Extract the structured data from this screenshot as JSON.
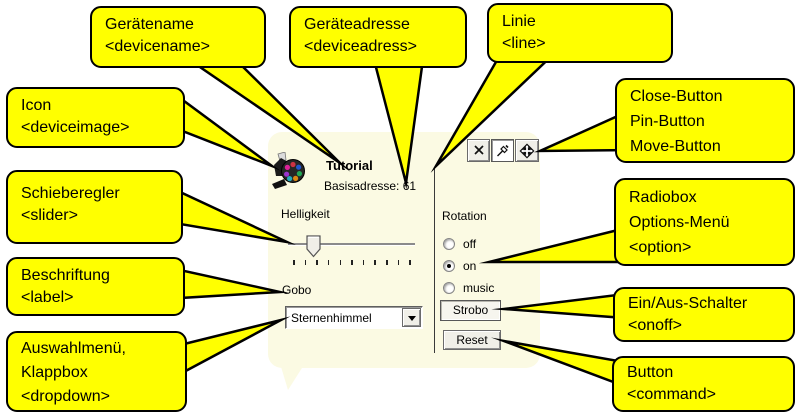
{
  "callouts": [
    {
      "id": "devicename",
      "lines": [
        "Gerätename",
        "<devicename>"
      ]
    },
    {
      "id": "deviceaddress",
      "lines": [
        "Geräteadresse",
        "<deviceadress>"
      ]
    },
    {
      "id": "line",
      "lines": [
        "Linie",
        "<line>"
      ]
    },
    {
      "id": "window_buttons",
      "lines": [
        "Close-Button",
        "Pin-Button",
        "Move-Button"
      ]
    },
    {
      "id": "deviceimage",
      "lines": [
        "Icon",
        "<deviceimage>"
      ]
    },
    {
      "id": "slider",
      "lines": [
        "Schieberegler",
        "<slider>"
      ]
    },
    {
      "id": "label",
      "lines": [
        "Beschriftung",
        "<label>"
      ]
    },
    {
      "id": "dropdown",
      "lines": [
        "Auswahlmenü,",
        "Klappbox",
        "<dropdown>"
      ]
    },
    {
      "id": "option",
      "lines": [
        "Radiobox",
        "Options-Menü",
        "<option>"
      ]
    },
    {
      "id": "onoff",
      "lines": [
        "Ein/Aus-Schalter",
        "<onoff>"
      ]
    },
    {
      "id": "command",
      "lines": [
        "Button",
        "<command>"
      ]
    }
  ],
  "panel": {
    "device_name": "Tutorial",
    "base_address": "Basisadresse: 61",
    "slider_label": "Helligkeit",
    "slider_tick_count": 11,
    "dropdown_label": "Gobo",
    "dropdown_value": "Sternenhimmel",
    "rotation": {
      "label": "Rotation",
      "options": [
        {
          "label": "off",
          "selected": false
        },
        {
          "label": "on",
          "selected": true
        },
        {
          "label": "music",
          "selected": false
        }
      ]
    },
    "onoff_button": "Strobo",
    "command_button": "Reset",
    "titlebar_icons": [
      "close-icon",
      "pin-icon",
      "move-icon"
    ]
  },
  "colors": {
    "callout_bg": "#FFFF00",
    "callout_border": "#000000",
    "panel_bg": "#FBFAE3",
    "widget_face": "#F0EFE8"
  }
}
